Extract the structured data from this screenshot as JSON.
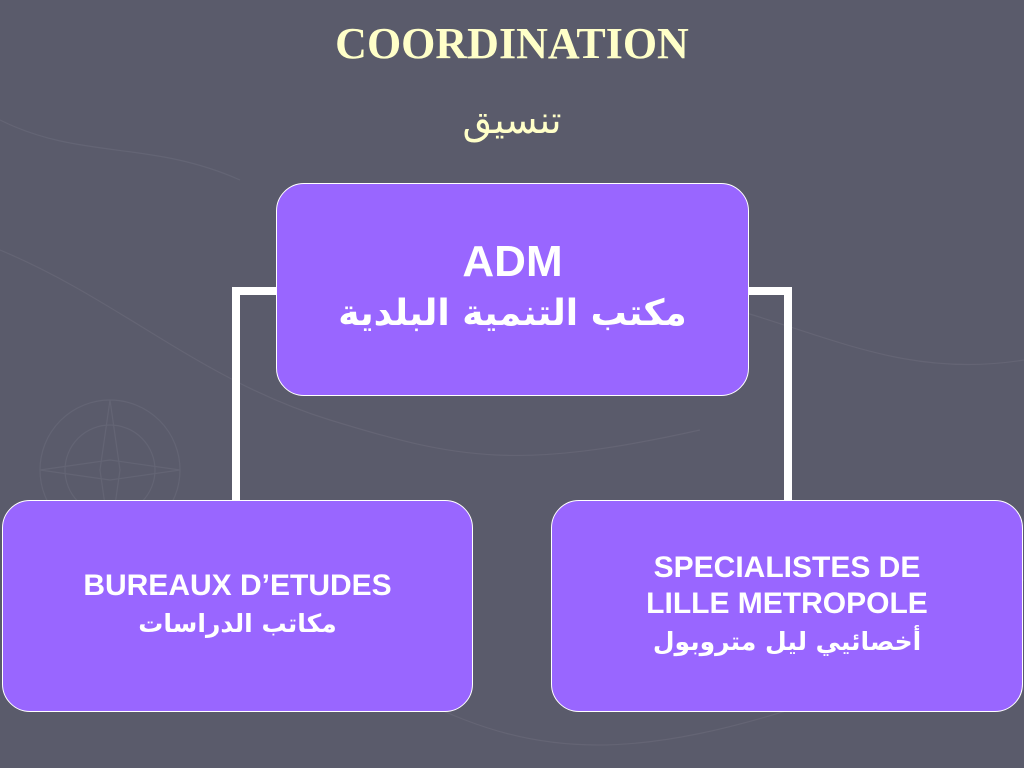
{
  "slide": {
    "title": "COORDINATION",
    "subtitle": "تنسيق"
  },
  "nodes": {
    "top": {
      "line1": "ADM",
      "line2": "مكتب التنمية البلدية"
    },
    "left": {
      "line1": "BUREAUX D’ETUDES",
      "line2": "مكاتب الدراسات"
    },
    "right": {
      "line1": "SPECIALISTES DE",
      "line2": "LILLE METROPOLE",
      "line3": "أخصائيي ليل متروبول"
    }
  },
  "colors": {
    "background": "#5a5b6b",
    "title": "#ffffc8",
    "node_fill": "#9966ff",
    "node_border": "#ffffff",
    "connector": "#ffffff"
  }
}
